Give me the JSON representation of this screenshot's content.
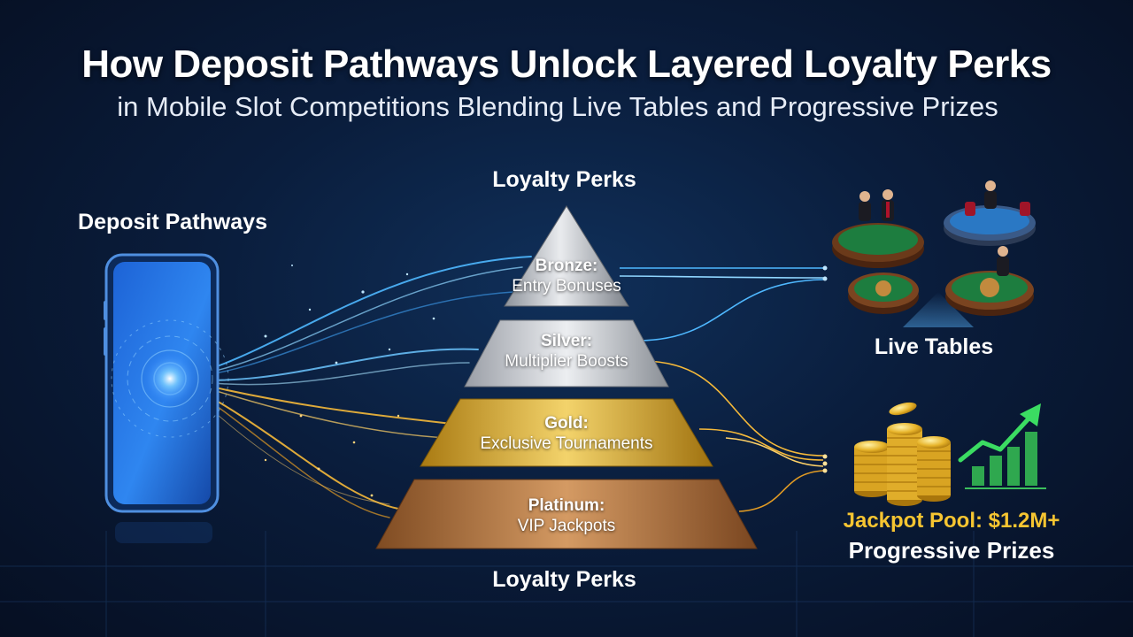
{
  "title": "How Deposit Pathways Unlock Layered Loyalty Perks",
  "subtitle": "in Mobile Slot Competitions Blending Live Tables and Progressive Prizes",
  "deposit_heading": "Deposit Pathways",
  "pyramid": {
    "heading_top": "Loyalty Perks",
    "heading_bottom": "Loyalty Perks",
    "tiers": [
      {
        "name": "Bronze:",
        "perk": "Entry Bonuses"
      },
      {
        "name": "Silver:",
        "perk": "Multiplier Boosts"
      },
      {
        "name": "Gold:",
        "perk": "Exclusive Tournaments"
      },
      {
        "name": "Platinum:",
        "perk": "VIP Jackpots"
      }
    ]
  },
  "live_tables": {
    "label": "Live Tables"
  },
  "jackpot": {
    "pool_label": "Jackpot Pool: $1.2M+",
    "prizes_label": "Progressive Prizes"
  },
  "colors": {
    "blue_stream": "#4fb8ff",
    "gold_stream": "#f5b93a",
    "bronze_tier": "#b9bcc2",
    "silver_tier": "#c9ccd2",
    "gold_tier": "#d8a826",
    "platinum_tier": "#b9773f",
    "jackpot_text": "#f6c531",
    "table_felt": "#1d7d3f"
  },
  "icons": [
    "smartphone-icon",
    "live-table-icon",
    "coin-stack-icon",
    "growth-chart-icon"
  ]
}
